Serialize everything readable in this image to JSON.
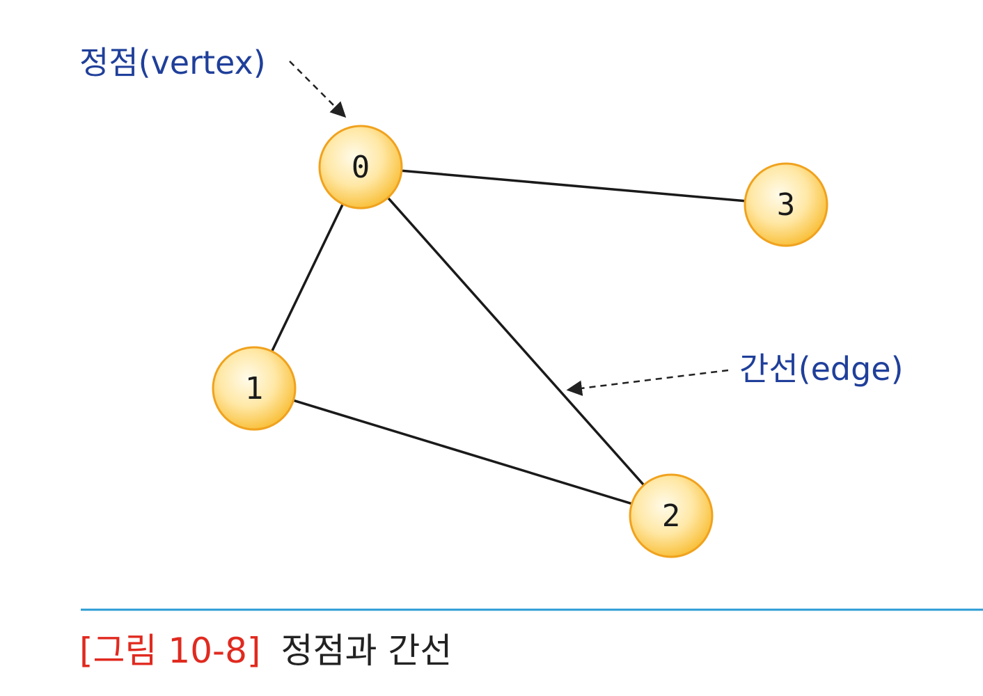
{
  "annotations": {
    "vertex_label": "정점(vertex)",
    "edge_label": "간선(edge)"
  },
  "graph": {
    "nodes": [
      {
        "id": "0",
        "label": "0"
      },
      {
        "id": "1",
        "label": "1"
      },
      {
        "id": "2",
        "label": "2"
      },
      {
        "id": "3",
        "label": "3"
      }
    ],
    "edges": [
      {
        "from": "0",
        "to": "3"
      },
      {
        "from": "0",
        "to": "1"
      },
      {
        "from": "0",
        "to": "2"
      },
      {
        "from": "1",
        "to": "2"
      }
    ]
  },
  "caption": {
    "number": "[그림 10-8]",
    "title": "정점과 간선"
  },
  "colors": {
    "annotation": "#1f3f9a",
    "node_fill_center": "#fff6d8",
    "node_fill_edge": "#fbc94a",
    "node_stroke": "#f0a21e",
    "caption_number": "#e02a1f",
    "rule": "#2a9bd4"
  }
}
